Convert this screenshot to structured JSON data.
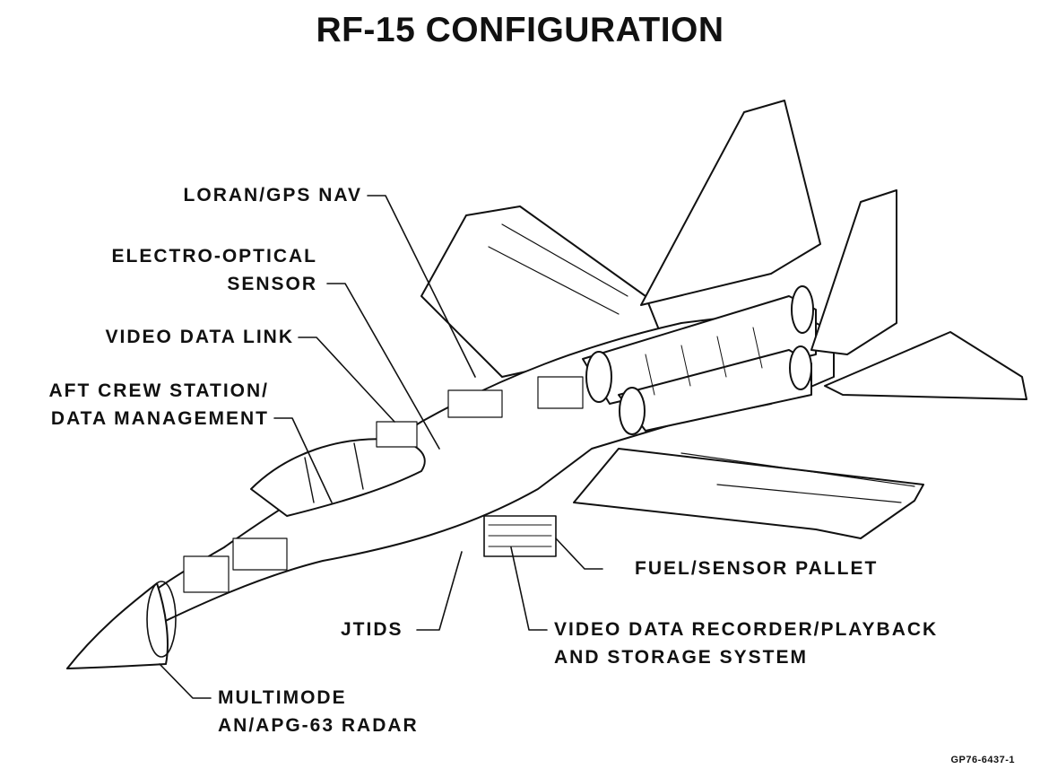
{
  "title": "RF-15 CONFIGURATION",
  "callouts": {
    "loran_gps": "LORAN/GPS NAV",
    "electro_optical_1": "ELECTRO-OPTICAL",
    "electro_optical_2": "SENSOR",
    "video_data_link": "VIDEO DATA LINK",
    "aft_crew_1": "AFT CREW STATION/",
    "aft_crew_2": "DATA MANAGEMENT",
    "fuel_sensor_pallet": "FUEL/SENSOR PALLET",
    "jtids": "JTIDS",
    "video_recorder_1": "VIDEO DATA RECORDER/PLAYBACK",
    "video_recorder_2": "AND STORAGE SYSTEM",
    "radar_1": "MULTIMODE",
    "radar_2": "AN/APG-63 RADAR"
  },
  "reference_code": "GP76-6437-1"
}
